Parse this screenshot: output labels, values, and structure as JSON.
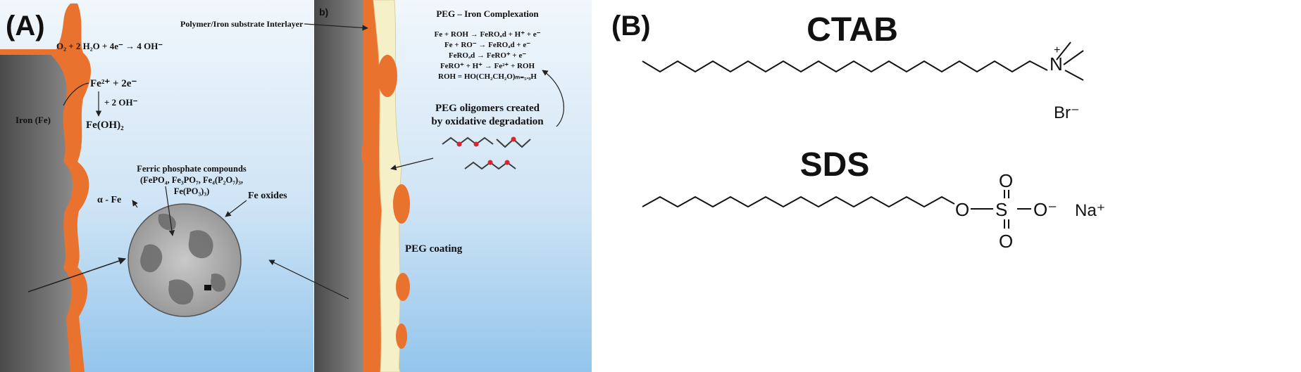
{
  "colors": {
    "iron_gray": "#6e6e6e",
    "rust_orange": "#e8722e",
    "sky_blue_top": "#eef5fb",
    "sky_blue_bottom": "#9dcbee",
    "peg_coating": "#f6f0c8",
    "oxygen_atom": "#d8262b",
    "carbon_atom": "#3b3b3b"
  },
  "panel_a": {
    "label": "(A)",
    "left": {
      "cathodic_reaction": "O₂ + 2 H₂O + 4e⁻ → 4 OH⁻",
      "anodic_top": "Fe²⁺ + 2e⁻",
      "hydroxide_step": "+ 2 OH⁻",
      "iron_label": "Iron (Fe)",
      "hydroxide_product": "Fe(OH)₂",
      "ferric_title": "Ferric phosphate compounds",
      "ferric_line1": "(FePO₄, Fe₃PO₇, Fe₄(P₂O₇)₃,",
      "ferric_line2": "Fe(PO₃)₃)",
      "alpha_fe": "α - Fe",
      "fe_oxides": "Fe oxides"
    },
    "right": {
      "sublabel": "b)",
      "interlayer_label": "Polymer/Iron substrate Interlayer",
      "complexation_title": "PEG – Iron Complexation",
      "reactions": [
        "Fe + ROH → FeROₐd + H⁺ + e⁻",
        "Fe + RO⁻ → FeROₐd + e⁻",
        "FeROₐd → FeRO⁺ + e⁻",
        "FeRO⁺ + H⁺ → Fe²⁺ + ROH",
        "ROH = HO(CH₂CH₂O)ₘ₌₅.₉H"
      ],
      "oligomer_line1": "PEG oligomers created",
      "oligomer_line2": "by oxidative degradation",
      "coating_label": "PEG coating"
    }
  },
  "panel_b": {
    "label": "(B)",
    "ctab": {
      "name": "CTAB",
      "nitrogen": "N",
      "charge": "+",
      "counterion": "Br⁻"
    },
    "sds": {
      "name": "SDS",
      "oxygen_ester": "O",
      "sulfur": "S",
      "oxygen_top": "O",
      "oxygen_bottom": "O",
      "oxygen_anion": "O⁻",
      "counterion": "Na⁺"
    }
  }
}
